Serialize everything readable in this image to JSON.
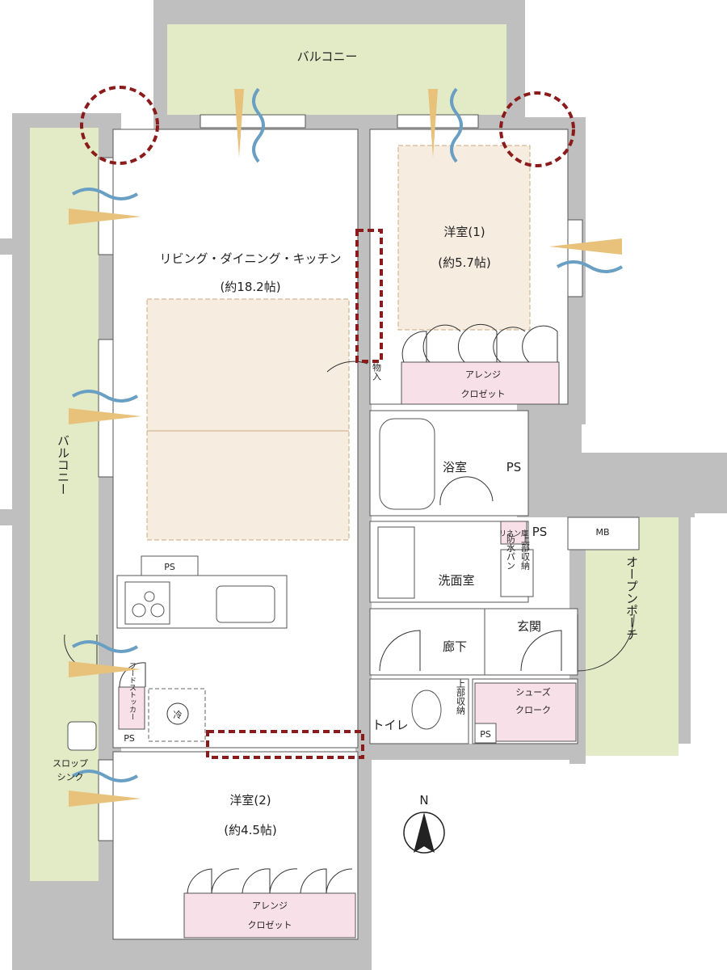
{
  "colors": {
    "wall": "#bfbfbf",
    "balcony": "#e2eac6",
    "room_floor": "#f6ecdf",
    "closet": "#f8e0e8",
    "accent_dashed": "#8b1a1a"
  },
  "labels": {
    "balcony_top": "バルコニー",
    "balcony_left": "バルコニー",
    "ldk_name": "リビング・ダイニング・キッチン",
    "ldk_size": "(約18.2帖)",
    "bedroom1_name": "洋室(1)",
    "bedroom1_size": "(約5.7帖)",
    "closet1_line1": "アレンジ",
    "closet1_line2": "クロゼット",
    "storage": "物入",
    "bath": "浴室",
    "ps_bath": "PS",
    "linen": "リネン庫",
    "ps_linen": "PS",
    "waterproof_pan": "防水パン",
    "upper_storage_wash": "上部収納",
    "washroom": "洗面室",
    "mb": "MB",
    "corridor": "廊下",
    "entrance": "玄関",
    "open_porch": "オープンポーチ",
    "toilet": "トイレ",
    "upper_storage_toilet": "上部収納",
    "ps_toilet": "PS",
    "shoe_closet_line1": "シューズ",
    "shoe_closet_line2": "クローク",
    "ps_kitchen": "PS",
    "ps_food": "PS",
    "food_stocker": "フードストッカー",
    "fridge": "冷",
    "slop_sink_line1": "スロップ",
    "slop_sink_line2": "シンク",
    "bedroom2_name": "洋室(2)",
    "bedroom2_size": "(約4.5帖)",
    "closet2_line1": "アレンジ",
    "closet2_line2": "クロゼット",
    "north": "N"
  }
}
